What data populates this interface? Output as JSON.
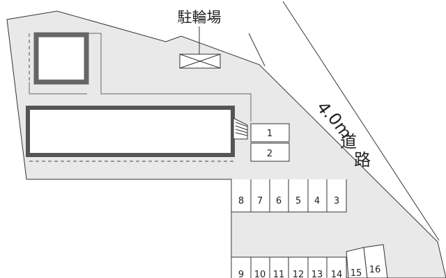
{
  "map": {
    "bicycle_parking_label": "駐輪場",
    "road_label_chars": [
      "4",
      ".",
      "0",
      "m",
      "道",
      "路"
    ],
    "parking_slots": {
      "side_pair": [
        "1",
        "2"
      ],
      "middle_row": [
        "8",
        "7",
        "6",
        "5",
        "4",
        "3"
      ],
      "bottom_row": [
        "9",
        "10",
        "11",
        "12",
        "13",
        "14"
      ],
      "angled_pair": [
        "15",
        "16"
      ]
    }
  },
  "colors": {
    "lot_fill": "#e9e9e9",
    "building_outline": "#666666",
    "line": "#333333",
    "background": "#ffffff"
  }
}
